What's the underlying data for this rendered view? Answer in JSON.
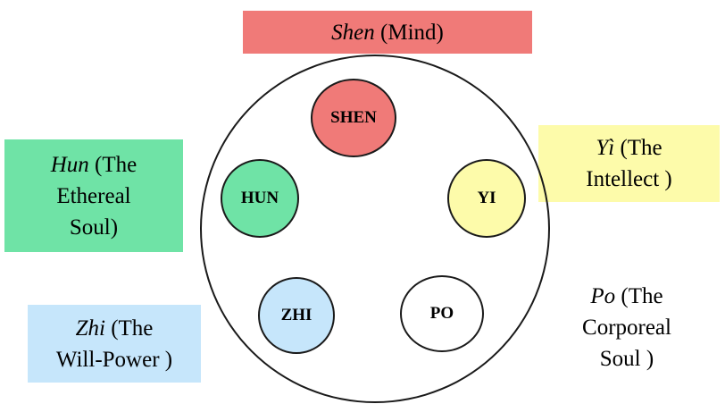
{
  "labels": {
    "shen": {
      "name": "Shen",
      "meaning": "(Mind)",
      "color": "#f07a78"
    },
    "hun": {
      "name": "Hun",
      "line1_rest": "(The",
      "line2": "Ethereal",
      "line3": "Soul)",
      "color": "#6fe3a6"
    },
    "yi": {
      "name": "Yì",
      "line1_rest": "(The",
      "line2": "Intellect )",
      "color": "#fdfbaa"
    },
    "zhi": {
      "name": "Zhi",
      "line1_rest": "(The",
      "line2": "Will-Power )",
      "color": "#c6e6fb"
    },
    "po": {
      "name": "Po",
      "line1_rest": "(The",
      "line2": "Corporeal",
      "line3": "Soul )",
      "color": "#ffffff"
    }
  },
  "circles": {
    "shen": {
      "text": "SHEN",
      "color": "#f07a78"
    },
    "hun": {
      "text": "HUN",
      "color": "#6fe3a6"
    },
    "yi": {
      "text": "YI",
      "color": "#fdfbaa"
    },
    "zhi": {
      "text": "ZHI",
      "color": "#c6e6fb"
    },
    "po": {
      "text": "PO",
      "color": "#ffffff"
    }
  }
}
